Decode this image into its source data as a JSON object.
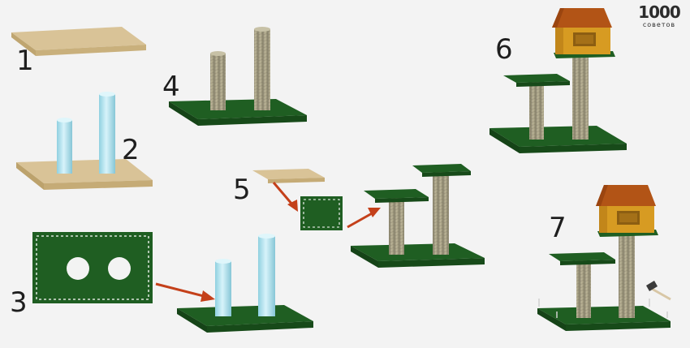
{
  "logo": {
    "number": "1000",
    "subtitle": "советов"
  },
  "steps": [
    {
      "label": "1"
    },
    {
      "label": "2"
    },
    {
      "label": "3"
    },
    {
      "label": "4"
    },
    {
      "label": "5"
    },
    {
      "label": "6"
    },
    {
      "label": "7"
    }
  ],
  "colors": {
    "background": "#f3f3f3",
    "plywood": "#d9c397",
    "felt_green": "#1f5e22",
    "pipe_blue": "#b6e3ee",
    "rope_post": "#a69f84",
    "house_wall": "#d79b22",
    "house_roof": "#b25416",
    "arrow": "#c4401a"
  }
}
